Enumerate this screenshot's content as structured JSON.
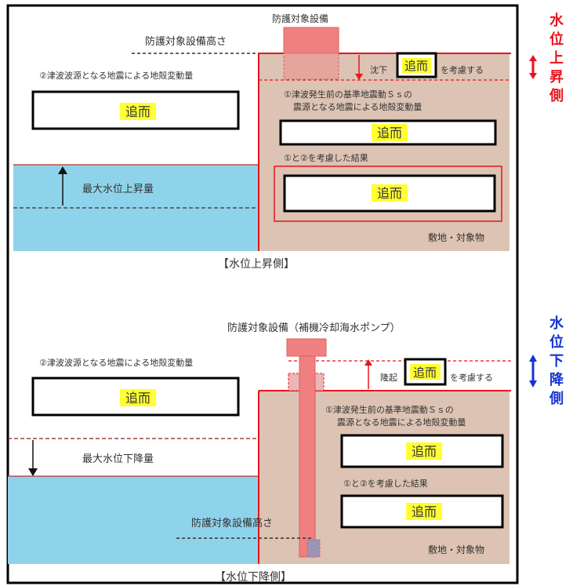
{
  "upper": {
    "equipment_label": "防護対象設備",
    "equipment_height_label": "防護対象設備高さ",
    "tsunami_source_label": "②津波波源となる地震による地殻変動量",
    "subsidence_prefix": "沈下",
    "subsidence_suffix": "を考慮する",
    "pending": "追而",
    "ss_label_line1": "①津波発生前の基準地震動Ｓｓの",
    "ss_label_line2": "震源となる地震による地殻変動量",
    "combined_label": "①と②を考慮した結果",
    "water_change_label": "最大水位上昇量",
    "site_label": "敷地・対象物",
    "caption": "【水位上昇側】"
  },
  "lower": {
    "equipment_label": "防護対象設備（補機冷却海水ポンプ）",
    "tsunami_source_label": "②津波波源となる地震による地殻変動量",
    "uplift_prefix": "隆起",
    "uplift_suffix": "を考慮する",
    "pending": "追而",
    "ss_label_line1": "①津波発生前の基準地震動Ｓｓの",
    "ss_label_line2": "震源となる地震による地殻変動量",
    "combined_label": "①と②を考慮した結果",
    "water_change_label": "最大水位下降量",
    "equipment_height_label": "防護対象設備高さ",
    "site_label": "敷地・対象物",
    "caption": "【水位下降側】"
  },
  "side_labels": {
    "rise": [
      "水",
      "位",
      "上",
      "昇",
      "側"
    ],
    "fall": [
      "水",
      "位",
      "下",
      "降",
      "側"
    ]
  },
  "colors": {
    "water": "#8fd3ea",
    "ground": "#dcc3b3",
    "rise_side": "#e8141c",
    "fall_side": "#1533d6",
    "equipment": "#f08080",
    "highlight": "#ffff33"
  }
}
